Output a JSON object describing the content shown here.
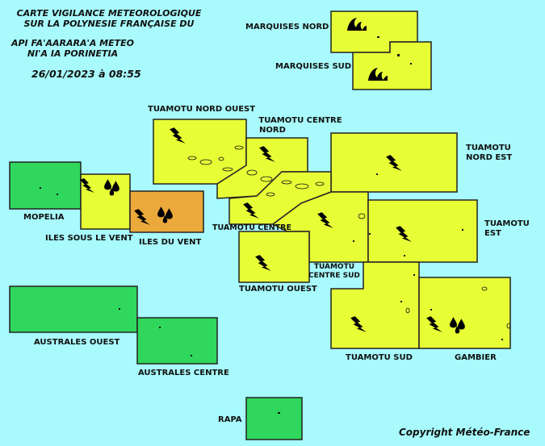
{
  "header": {
    "title_line1": "CARTE VIGILANCE METEOROLOGIQUE",
    "title_line2": "SUR LA POLYNESIE FRANÇAISE DU",
    "subtitle_line1": "API FA'AARARA'A METEO",
    "subtitle_line2": "NI'A IA PORINETIA",
    "date": "26/01/2023 à 08:55"
  },
  "copyright": "Copyright Météo-France",
  "colors": {
    "background": "#a8fafc",
    "green": "#2fd75c",
    "yellow": "#e7fe36",
    "orange": "#eba83b"
  },
  "zones": [
    {
      "id": "marquises-nord",
      "label": "MARQUISES NORD",
      "level": "yellow",
      "hazards": [
        "waves-icon"
      ]
    },
    {
      "id": "marquises-sud",
      "label": "MARQUISES SUD",
      "level": "yellow",
      "hazards": [
        "waves-icon"
      ]
    },
    {
      "id": "tuamotu-nord-ouest",
      "label": "TUAMOTU NORD OUEST",
      "level": "yellow",
      "hazards": [
        "storm-icon"
      ]
    },
    {
      "id": "tuamotu-centre-nord",
      "label": "TUAMOTU CENTRE NORD",
      "level": "yellow",
      "hazards": [
        "storm-icon"
      ]
    },
    {
      "id": "tuamotu-nord-est",
      "label": "TUAMOTU NORD EST",
      "level": "yellow",
      "hazards": [
        "storm-icon"
      ]
    },
    {
      "id": "mopelia",
      "label": "MOPELIA",
      "level": "green",
      "hazards": []
    },
    {
      "id": "iles-sous-le-vent",
      "label": "ILES SOUS LE VENT",
      "level": "yellow",
      "hazards": [
        "storm-icon",
        "rain-icon"
      ]
    },
    {
      "id": "iles-du-vent",
      "label": "ILES DU VENT",
      "level": "orange",
      "hazards": [
        "storm-icon",
        "rain-icon"
      ]
    },
    {
      "id": "tuamotu-centre",
      "label": "TUAMOTU CENTRE",
      "level": "yellow",
      "hazards": [
        "storm-icon"
      ]
    },
    {
      "id": "tuamotu-centre-sud",
      "label": "TUAMOTU CENTRE SUD",
      "level": "yellow",
      "hazards": [
        "storm-icon"
      ]
    },
    {
      "id": "tuamotu-est",
      "label": "TUAMOTU EST",
      "level": "yellow",
      "hazards": [
        "storm-icon"
      ]
    },
    {
      "id": "tuamotu-ouest",
      "label": "TUAMOTU OUEST",
      "level": "yellow",
      "hazards": [
        "storm-icon"
      ]
    },
    {
      "id": "australes-ouest",
      "label": "AUSTRALES OUEST",
      "level": "green",
      "hazards": []
    },
    {
      "id": "australes-centre",
      "label": "AUSTRALES CENTRE",
      "level": "green",
      "hazards": []
    },
    {
      "id": "tuamotu-sud",
      "label": "TUAMOTU SUD",
      "level": "yellow",
      "hazards": [
        "storm-icon"
      ]
    },
    {
      "id": "gambier",
      "label": "GAMBIER",
      "level": "yellow",
      "hazards": [
        "storm-icon",
        "rain-icon"
      ]
    },
    {
      "id": "rapa",
      "label": "RAPA",
      "level": "green",
      "hazards": []
    }
  ],
  "labels": {
    "marquises_nord": "MARQUISES NORD",
    "marquises_sud": "MARQUISES SUD",
    "tuamotu_nord_ouest": "TUAMOTU NORD OUEST",
    "tuamotu_centre_nord_1": "TUAMOTU CENTRE",
    "tuamotu_centre_nord_2": "NORD",
    "tuamotu_nord_est_1": "TUAMOTU",
    "tuamotu_nord_est_2": "NORD EST",
    "mopelia": "MOPELIA",
    "iles_sous_le_vent": "ILES SOUS LE VENT",
    "iles_du_vent": "ILES DU VENT",
    "tuamotu_centre": "TUAMOTU CENTRE",
    "tuamotu_centre_sud_1": "TUAMOTU",
    "tuamotu_centre_sud_2": "CENTRE SUD",
    "tuamotu_est_1": "TUAMOTU",
    "tuamotu_est_2": "EST",
    "tuamotu_ouest": "TUAMOTU OUEST",
    "australes_ouest": "AUSTRALES OUEST",
    "australes_centre": "AUSTRALES CENTRE",
    "tuamotu_sud": "TUAMOTU SUD",
    "gambier": "GAMBIER",
    "rapa": "RAPA"
  }
}
